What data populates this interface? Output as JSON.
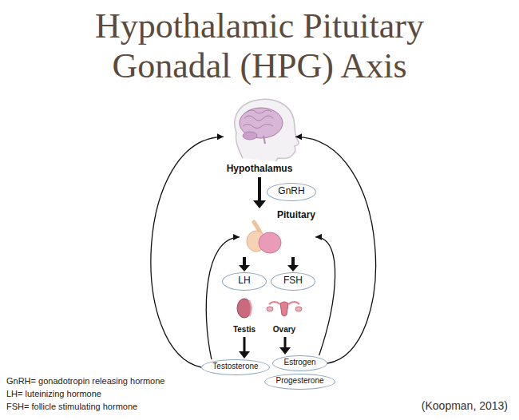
{
  "diagram": {
    "title": "Hypothalamic Pituitary Gonadal (HPG) Axis",
    "caption": "(Koopman, 2013)",
    "nodes": [
      {
        "text": [
          "Hypothalamus"
        ]
      },
      {
        "text": [
          "GnRH"
        ]
      },
      {
        "text": [
          "Pituitary"
        ]
      },
      {
        "text": [
          "LH"
        ]
      },
      {
        "text": [
          "FSH"
        ]
      },
      {
        "text": [
          "Testis"
        ]
      },
      {
        "text": [
          "Ovary"
        ]
      },
      {
        "text": [
          "Testosterone"
        ]
      },
      {
        "text": [
          "Estrogen"
        ]
      },
      {
        "text": [
          "Progesterone"
        ]
      }
    ],
    "edges": [
      {
        "from": 0,
        "to": 2,
        "arrow": "to"
      },
      {
        "from": 2,
        "to": 3,
        "arrow": "to"
      },
      {
        "from": 2,
        "to": 4,
        "arrow": "to"
      },
      {
        "from": 5,
        "to": 7,
        "arrow": "to"
      },
      {
        "from": 6,
        "to": 8,
        "arrow": "to"
      },
      {
        "from": 7,
        "to": 2,
        "arrow": "to"
      },
      {
        "from": 7,
        "to": 0,
        "arrow": "to"
      },
      {
        "from": 8,
        "to": 2,
        "arrow": "to"
      },
      {
        "from": 8,
        "to": 0,
        "arrow": "to"
      }
    ],
    "labels": [
      "GnRH= gonadotropin releasing hormone",
      "LH= luteinizing hormone",
      "FSH= follicle stimulating hormone"
    ]
  }
}
